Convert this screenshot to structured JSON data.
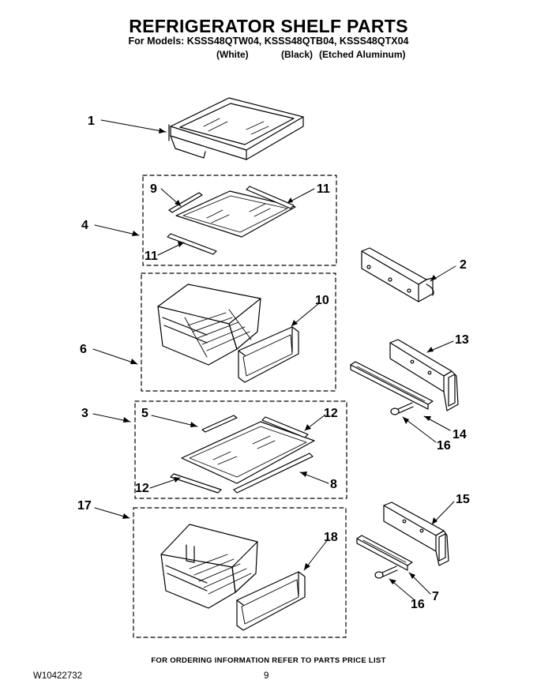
{
  "title": "REFRIGERATOR SHELF PARTS",
  "models_line": "For Models: KSSS48QTW04, KSSS48QTB04, KSSS48QTX04",
  "color_labels": [
    "(White)",
    "(Black)",
    "(Etched Aluminum)"
  ],
  "callouts": [
    "1",
    "9",
    "11",
    "4",
    "11",
    "2",
    "10",
    "6",
    "13",
    "3",
    "5",
    "12",
    "14",
    "16",
    "12",
    "8",
    "17",
    "15",
    "18",
    "7",
    "16"
  ],
  "footer_note": "FOR ORDERING INFORMATION REFER TO PARTS PRICE LIST",
  "doc_number": "W10422732",
  "page_number": "9"
}
